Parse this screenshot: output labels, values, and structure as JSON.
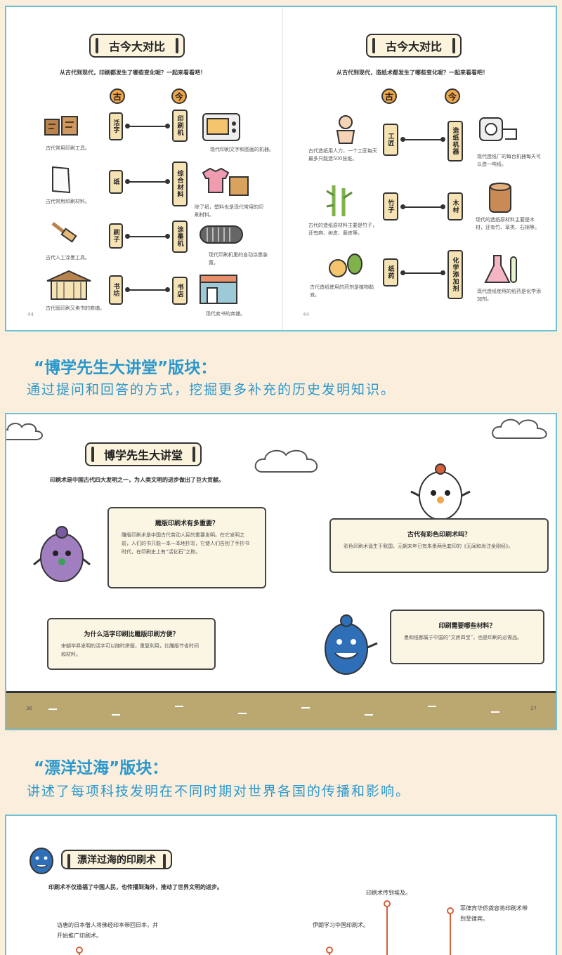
{
  "section1": {
    "left": {
      "title": "古今大对比",
      "intro": "从古代到现代，印刷都发生了哪些变化呢？一起来看看吧！",
      "ancient_label": "古",
      "modern_label": "今",
      "rows": [
        {
          "ancient_tag": "活字",
          "modern_tag": "印刷机",
          "ancient_caption": "古代常用印刷工具。",
          "modern_caption": "现代印刷文字和图画的机器。"
        },
        {
          "ancient_tag": "纸",
          "modern_tag": "综合材料",
          "ancient_caption": "古代常用印刷材料。",
          "modern_caption": "除了纸，塑料也是现代常用的印刷材料。"
        },
        {
          "ancient_tag": "刷子",
          "modern_tag": "涂墨机",
          "ancient_caption": "古代人工涂墨工具。",
          "modern_caption": "现代印刷机里的自动涂墨装置。"
        },
        {
          "ancient_tag": "书坊",
          "modern_tag": "书店",
          "ancient_caption": "古代既印刷又卖书的商铺。",
          "modern_caption": "现代卖书的商铺。"
        }
      ],
      "page": "44"
    },
    "right": {
      "title": "古今大对比",
      "intro": "从古代到现代，造纸术都发生了哪些变化呢？一起来看看吧！",
      "ancient_label": "古",
      "modern_label": "今",
      "rows": [
        {
          "ancient_tag": "工匠",
          "modern_tag": "造纸机器",
          "ancient_caption": "古代造纸用人力，一个工匠每天最多只能造500张纸。",
          "modern_caption": "现代造纸厂的每台机器每天可以造一吨纸。"
        },
        {
          "ancient_tag": "竹子",
          "modern_tag": "木材",
          "ancient_caption": "古代的造纸原材料主要是竹子，还有麻、树皮、藤皮等。",
          "modern_caption": "现代的造纸原材料主要是木材，还有竹、草类、石棉等。"
        },
        {
          "ancient_tag": "纸药",
          "modern_tag": "化学添加剂",
          "ancient_caption": "古代造纸使用的药剂是植物黏液。",
          "modern_caption": "现代造纸使用的纸药是化学添加剂。"
        }
      ],
      "page": "44"
    }
  },
  "heading1": {
    "title": "“博学先生大讲堂”版块：",
    "subtitle": "通过提问和回答的方式，挖掘更多补充的历史发明知识。"
  },
  "section2": {
    "title": "博学先生大讲堂",
    "intro": "印刷术是中国古代四大发明之一，为人类文明的进步做出了巨大贡献。",
    "notes": [
      {
        "q": "雕版印刷术有多重要？",
        "a": "雕版印刷术是中国古代劳动人民的重要发明。在它发明之前，人们的书只能一本一本地抄写，它使人们告别了手抄书时代，在印刷史上有“活化石”之称。"
      },
      {
        "q": "古代有彩色印刷术吗？",
        "a": "彩色印刷术诞生于我国，元朝末年已有朱墨两色套印的《无闻和尚注金刚经》。"
      },
      {
        "q": "为什么活字印刷比雕版印刷方便？",
        "a": "宋朝毕昇发明的活字可以随时拼版，重复利用，比雕版节省时间和材料。"
      },
      {
        "q": "印刷需要哪些材料？",
        "a": "墨和纸都属于中国的“文房四宝”，也是印刷的必需品。"
      }
    ],
    "page_left": "36",
    "page_right": "37"
  },
  "heading2": {
    "title": "“漂洋过海”版块：",
    "subtitle": "讲述了每项科技发明在不同时期对世界各国的传播和影响。"
  },
  "section3": {
    "title": "漂洋过海的印刷术",
    "intro": "印刷术不仅造福了中国人民，也传播到海外，推动了世界文明的进步。",
    "events": [
      {
        "text": "访唐的日本僧人将佛经印本带回日本，并开始推广印刷术。"
      },
      {
        "text": "印刷术传到埃及。"
      },
      {
        "text": "伊朗学习中国印刷术。"
      },
      {
        "text": "菲律宾华侨龚容将印刷术带到菲律宾。"
      }
    ]
  },
  "colors": {
    "accent": "#2a98cc",
    "border": "#6cc1d6",
    "orange": "#f0a64a",
    "tag": "#f6e3b4",
    "timeline": "#d5603a"
  }
}
